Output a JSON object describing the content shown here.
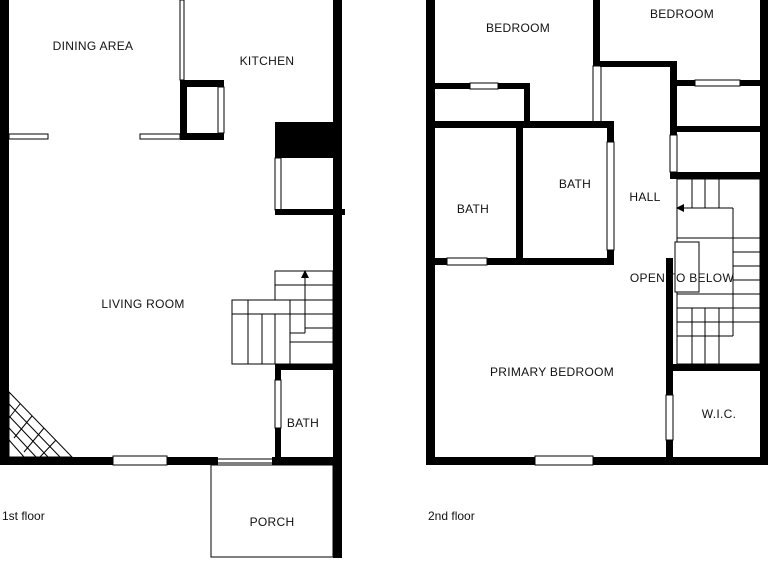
{
  "floor1": {
    "title": "1st floor",
    "rooms": {
      "dining": "DINING AREA",
      "kitchen": "KITCHEN",
      "living": "LIVING ROOM",
      "bath": "BATH",
      "porch": "PORCH"
    }
  },
  "floor2": {
    "title": "2nd floor",
    "rooms": {
      "bedroom_left": "BEDROOM",
      "bedroom_right": "BEDROOM",
      "bath_left": "BATH",
      "bath_center": "BATH",
      "hall": "HALL",
      "open_below": "OPEN TO BELOW",
      "primary_bedroom": "PRIMARY BEDROOM",
      "wic": "W.I.C."
    }
  },
  "colors": {
    "wall": "#000000",
    "background": "#ffffff"
  }
}
